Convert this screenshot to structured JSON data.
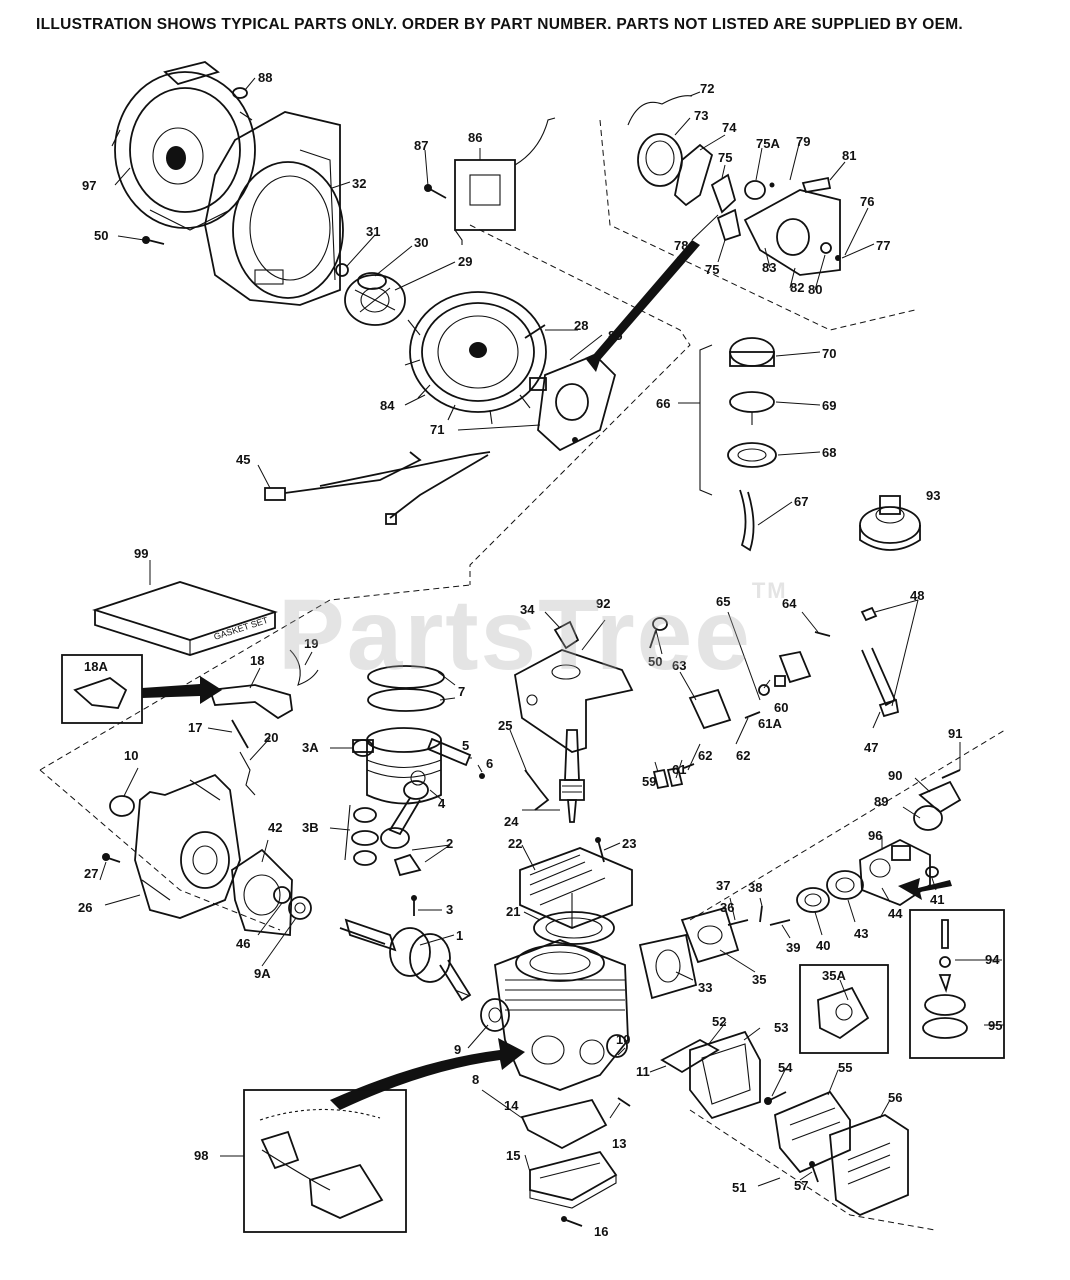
{
  "header": {
    "notice": "ILLUSTRATION SHOWS TYPICAL PARTS ONLY. ORDER BY PART NUMBER. PARTS NOT LISTED ARE SUPPLIED BY OEM."
  },
  "watermark": {
    "text": "PartsTree",
    "mark": "TM"
  },
  "callouts": {
    "p1": "1",
    "p2": "2",
    "p3": "3",
    "p3A": "3A",
    "p3B": "3B",
    "p4": "4",
    "p5": "5",
    "p6": "6",
    "p7": "7",
    "p8": "8",
    "p9": "9",
    "p9A": "9A",
    "p10a": "10",
    "p10b": "10",
    "p11": "11",
    "p13": "13",
    "p14": "14",
    "p15": "15",
    "p16": "16",
    "p17": "17",
    "p18": "18",
    "p18A": "18A",
    "p19": "19",
    "p20": "20",
    "p21": "21",
    "p22": "22",
    "p23": "23",
    "p24": "24",
    "p25": "25",
    "p26": "26",
    "p27": "27",
    "p28": "28",
    "p29": "29",
    "p30": "30",
    "p31": "31",
    "p32": "32",
    "p33": "33",
    "p34": "34",
    "p35": "35",
    "p35A": "35A",
    "p36": "36",
    "p37": "37",
    "p38": "38",
    "p39": "39",
    "p40": "40",
    "p41": "41",
    "p42": "42",
    "p43": "43",
    "p44": "44",
    "p45": "45",
    "p46": "46",
    "p47": "47",
    "p48": "48",
    "p50a": "50",
    "p50b": "50",
    "p51": "51",
    "p52": "52",
    "p53": "53",
    "p54": "54",
    "p55": "55",
    "p56": "56",
    "p57": "57",
    "p59": "59",
    "p60": "60",
    "p61": "61",
    "p61A": "61A",
    "p62a": "62",
    "p62b": "62",
    "p63": "63",
    "p64": "64",
    "p65": "65",
    "p66": "66",
    "p67": "67",
    "p68": "68",
    "p69": "69",
    "p70": "70",
    "p71": "71",
    "p72": "72",
    "p73": "73",
    "p74": "74",
    "p75a": "75",
    "p75b": "75",
    "p75A": "75A",
    "p76": "76",
    "p77": "77",
    "p78": "78",
    "p79": "79",
    "p80": "80",
    "p81": "81",
    "p82": "82",
    "p83": "83",
    "p84": "84",
    "p85": "85",
    "p86": "86",
    "p87": "87",
    "p88": "88",
    "p89": "89",
    "p90": "90",
    "p91": "91",
    "p92": "92",
    "p93": "93",
    "p94": "94",
    "p95": "95",
    "p96": "96",
    "p97": "97",
    "p98": "98",
    "p99": "99"
  },
  "labels_on_parts": {
    "gasket_set": "GASKET SET"
  }
}
